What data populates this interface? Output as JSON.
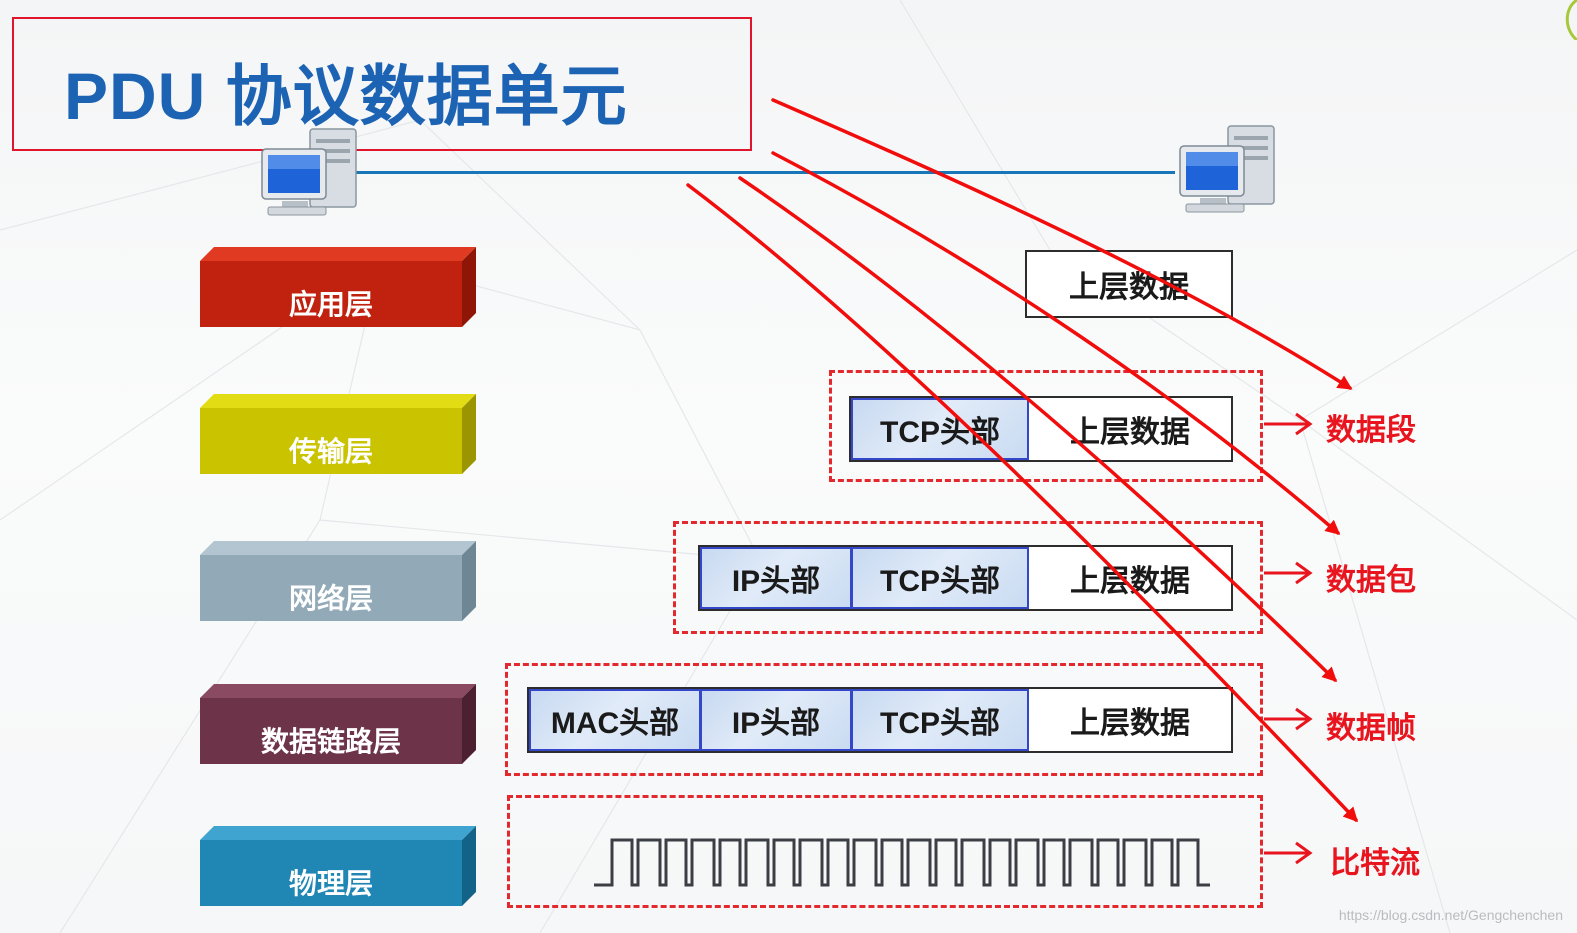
{
  "title": "PDU 协议数据单元",
  "layers": [
    {
      "id": "application",
      "label": "应用层",
      "color": "#c0220f",
      "dark": "#8f1607",
      "light": "#e03a22"
    },
    {
      "id": "transport",
      "label": "传输层",
      "color": "#c9c300",
      "dark": "#9a9500",
      "light": "#e2dc14"
    },
    {
      "id": "network",
      "label": "网络层",
      "color": "#92aab8",
      "dark": "#6f8795",
      "light": "#b2c5d0"
    },
    {
      "id": "datalink",
      "label": "数据链路层",
      "color": "#6c3349",
      "dark": "#4c1f31",
      "light": "#8a4a62"
    },
    {
      "id": "physical",
      "label": "物理层",
      "color": "#2086b3",
      "dark": "#136388",
      "light": "#3fa4cf"
    }
  ],
  "headers": {
    "mac": "MAC头部",
    "ip": "IP头部",
    "tcp": "TCP头部",
    "upper_data": "上层数据"
  },
  "pdu_names": {
    "segment": "数据段",
    "packet": "数据包",
    "frame": "数据帧",
    "bitstream": "比特流"
  },
  "colors": {
    "title": "#1d63b4",
    "title_border": "#e0142c",
    "dashed_border": "#e3282e",
    "header_fill": "#d2e1f4",
    "header_border": "#3347c8",
    "pdu_label": "#e8151f",
    "arrow": "#f20d0d",
    "link_line": "#1877b8"
  },
  "icons": [
    "computer-icon-left",
    "computer-icon-right"
  ],
  "watermark": "https://blog.csdn.net/Gengchenchen"
}
